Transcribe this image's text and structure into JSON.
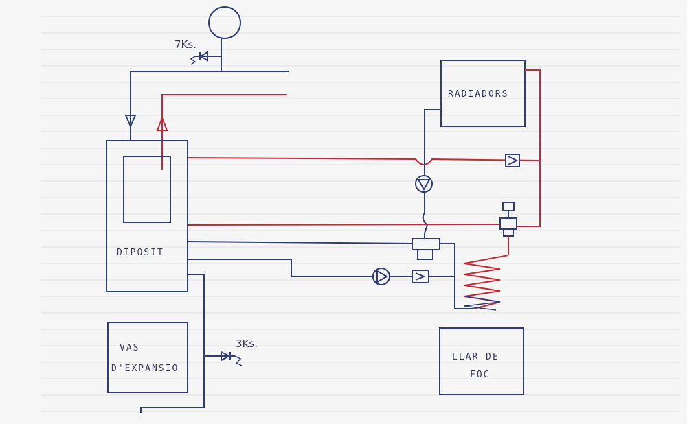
{
  "labels": {
    "radiators": "RADIADORS",
    "tank": "DIPOSIT",
    "expansion_line1": "VAS",
    "expansion_line2": "D'EXPANSIO",
    "fireplace_line1": "LLAR DE",
    "fireplace_line2": "FOC",
    "valve_top_pressure": "7Ks.",
    "valve_bottom_pressure": "3Ks."
  },
  "colors": {
    "paper": "#f6f6f6",
    "grid": "#e3e3e3",
    "cold_line": "#2f3d78",
    "hot_line": "#c22a35",
    "ink": "#3c3c62"
  },
  "icons": {
    "pressure_gauge": "circle-gauge",
    "pump": "triangle-in-circle",
    "check_valve": "triangle-in-box",
    "safety_valve": "arrow-valve",
    "coil": "zigzag-heat-exchanger"
  }
}
